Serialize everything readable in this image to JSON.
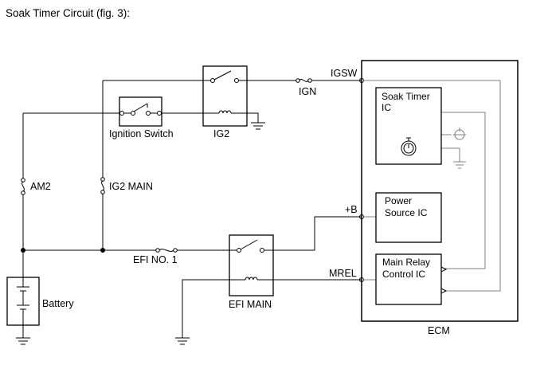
{
  "title": "Soak Timer Circuit (fig. 3):",
  "labels": {
    "ignition_switch": "Ignition Switch",
    "ig2": "IG2",
    "ign": "IGN",
    "igsw": "IGSW",
    "am2": "AM2",
    "ig2_main": "IG2 MAIN",
    "efi_no1": "EFI NO. 1",
    "efi_main": "EFI MAIN",
    "battery": "Battery",
    "plus_b": "+B",
    "mrel": "MREL",
    "ecm": "ECM",
    "soak_timer_ic_line1": "Soak Timer",
    "soak_timer_ic_line2": "IC",
    "power_source_ic_line1": "Power",
    "power_source_ic_line2": "Source IC",
    "main_relay_ic_line1": "Main Relay",
    "main_relay_ic_line2": "Control IC"
  }
}
